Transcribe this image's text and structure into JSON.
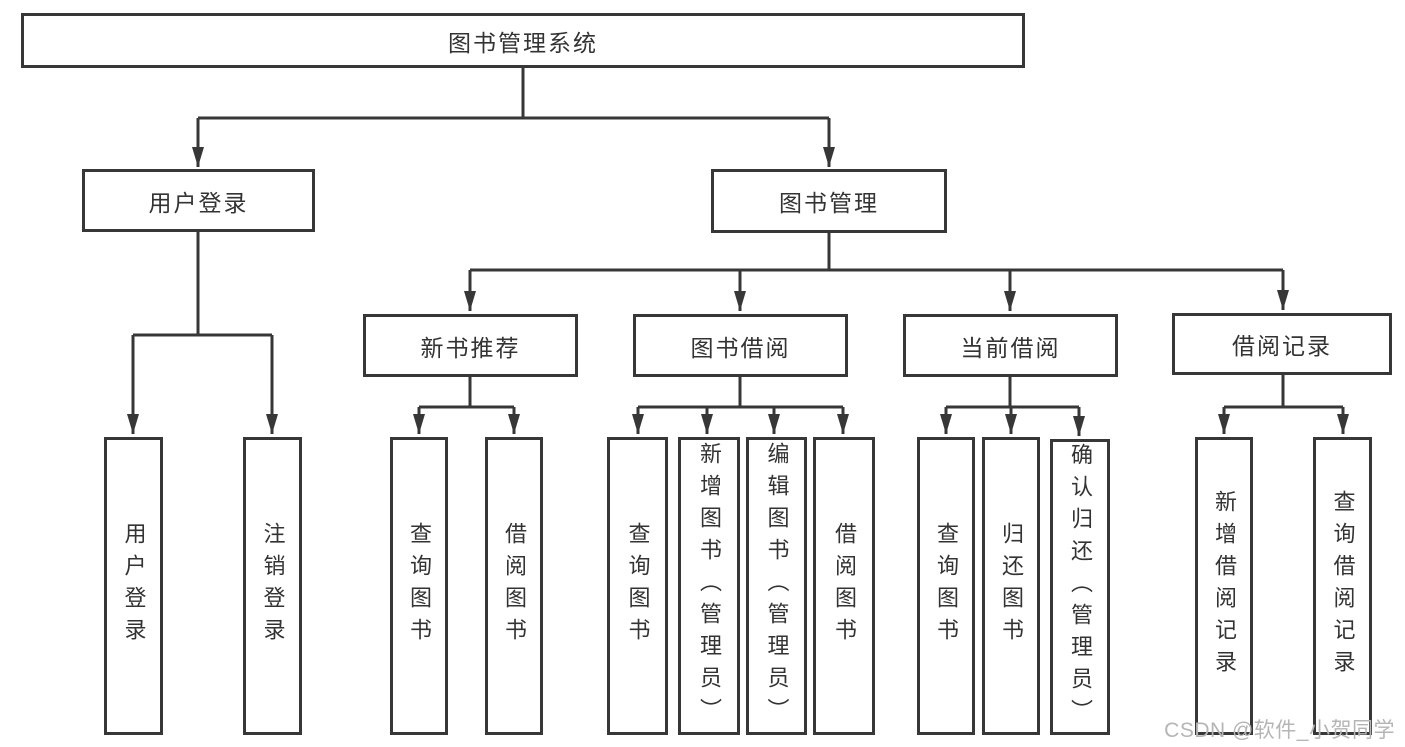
{
  "diagram": {
    "title": "图书管理系统",
    "nodes": {
      "root": {
        "label": "图书管理系统"
      },
      "user_login": {
        "label": "用户登录"
      },
      "book_mgmt": {
        "label": "图书管理"
      },
      "new_book_rec": {
        "label": "新书推荐"
      },
      "book_borrow": {
        "label": "图书借阅"
      },
      "current_borrow": {
        "label": "当前借阅"
      },
      "borrow_record": {
        "label": "借阅记录"
      },
      "leaf_user_login": {
        "label": "用户登录"
      },
      "leaf_logout": {
        "label": "注销登录"
      },
      "leaf_query_book_1": {
        "label": "查询图书"
      },
      "leaf_borrow_book_1": {
        "label": "借阅图书"
      },
      "leaf_query_book_2": {
        "label": "查询图书"
      },
      "leaf_add_book": {
        "label": "新增图书（管理员）"
      },
      "leaf_edit_book": {
        "label": "编辑图书（管理员）"
      },
      "leaf_borrow_book_2": {
        "label": "借阅图书"
      },
      "leaf_query_book_3": {
        "label": "查询图书"
      },
      "leaf_return_book": {
        "label": "归还图书"
      },
      "leaf_confirm_return": {
        "label": "确认归还（管理员）"
      },
      "leaf_add_borrow_record": {
        "label": "新增借阅记录"
      },
      "leaf_query_borrow_record": {
        "label": "查询借阅记录"
      }
    },
    "hierarchy": [
      {
        "parent": "图书管理系统",
        "children": [
          "用户登录",
          "图书管理"
        ]
      },
      {
        "parent": "用户登录",
        "children": [
          "用户登录",
          "注销登录"
        ]
      },
      {
        "parent": "图书管理",
        "children": [
          "新书推荐",
          "图书借阅",
          "当前借阅",
          "借阅记录"
        ]
      },
      {
        "parent": "新书推荐",
        "children": [
          "查询图书",
          "借阅图书"
        ]
      },
      {
        "parent": "图书借阅",
        "children": [
          "查询图书",
          "新增图书（管理员）",
          "编辑图书（管理员）",
          "借阅图书"
        ]
      },
      {
        "parent": "当前借阅",
        "children": [
          "查询图书",
          "归还图书",
          "确认归还（管理员）"
        ]
      },
      {
        "parent": "借阅记录",
        "children": [
          "新增借阅记录",
          "查询借阅记录"
        ]
      }
    ],
    "watermark": {
      "text": "CSDN @软件_小贺同学"
    },
    "colors": {
      "line": "#373737",
      "text": "#333333",
      "background": "#ffffff",
      "watermark": "#b5b5b5"
    }
  }
}
